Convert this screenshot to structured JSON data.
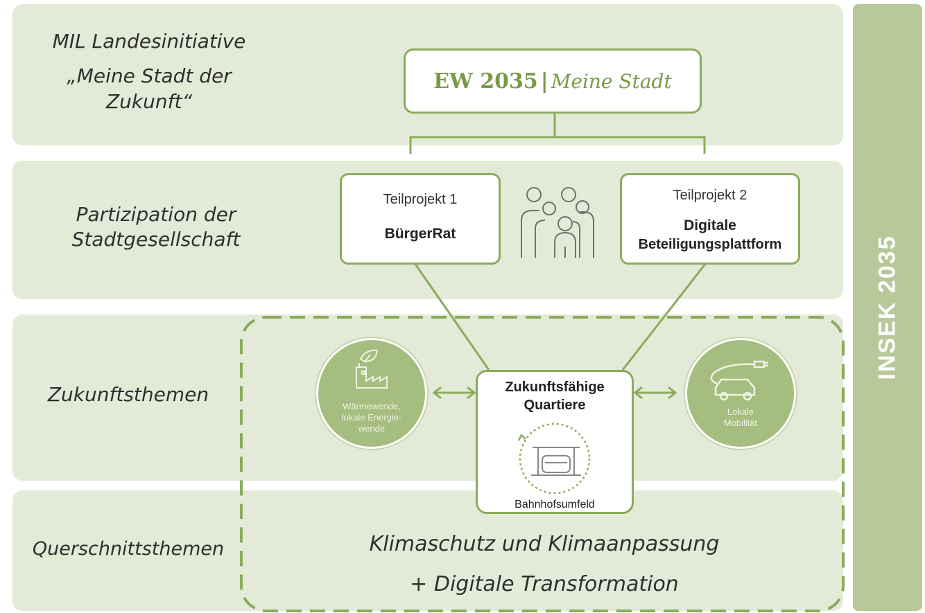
{
  "rows": {
    "row1_label": "MIL Landesinitiative",
    "row1_sub1": "„Meine Stadt der",
    "row1_sub2": "Zukunft“",
    "row2_label1": "Partizipation der",
    "row2_label2": "Stadtgesellschaft",
    "row3_label": "Zukunftsthemen",
    "row4_label": "Querschnittsthemen"
  },
  "side_label": "INSEK 2035",
  "top_box": {
    "part1": "EW 2035",
    "separator": "|",
    "part2": "Meine Stadt"
  },
  "teilprojekt1": {
    "title": "Teilprojekt 1",
    "name": "BürgerRat"
  },
  "teilprojekt2": {
    "title": "Teilprojekt 2",
    "name_line1": "Digitale",
    "name_line2": "Beteiligungsplattform"
  },
  "left_circle": {
    "line1": "Wärmewende,",
    "line2": "lokale Energie-",
    "line3": "wende"
  },
  "right_circle": {
    "line1": "Lokale",
    "line2": "Mobilität"
  },
  "center_box": {
    "line1": "Zukunftsfähige",
    "line2": "Quartiere",
    "caption": "Bahnhofsumfeld"
  },
  "bottom": {
    "line1": "Klimaschutz und Klimaanpassung",
    "line2": "+ Digitale Transformation"
  },
  "colors": {
    "band": "#e3ebd8",
    "accent": "#8aab5c",
    "circle": "#a5bd7f",
    "side": "#b7c99a"
  },
  "icons": [
    "people-group-icon",
    "factory-leaf-icon",
    "electric-car-icon",
    "train-station-icon",
    "double-arrow-icon"
  ]
}
